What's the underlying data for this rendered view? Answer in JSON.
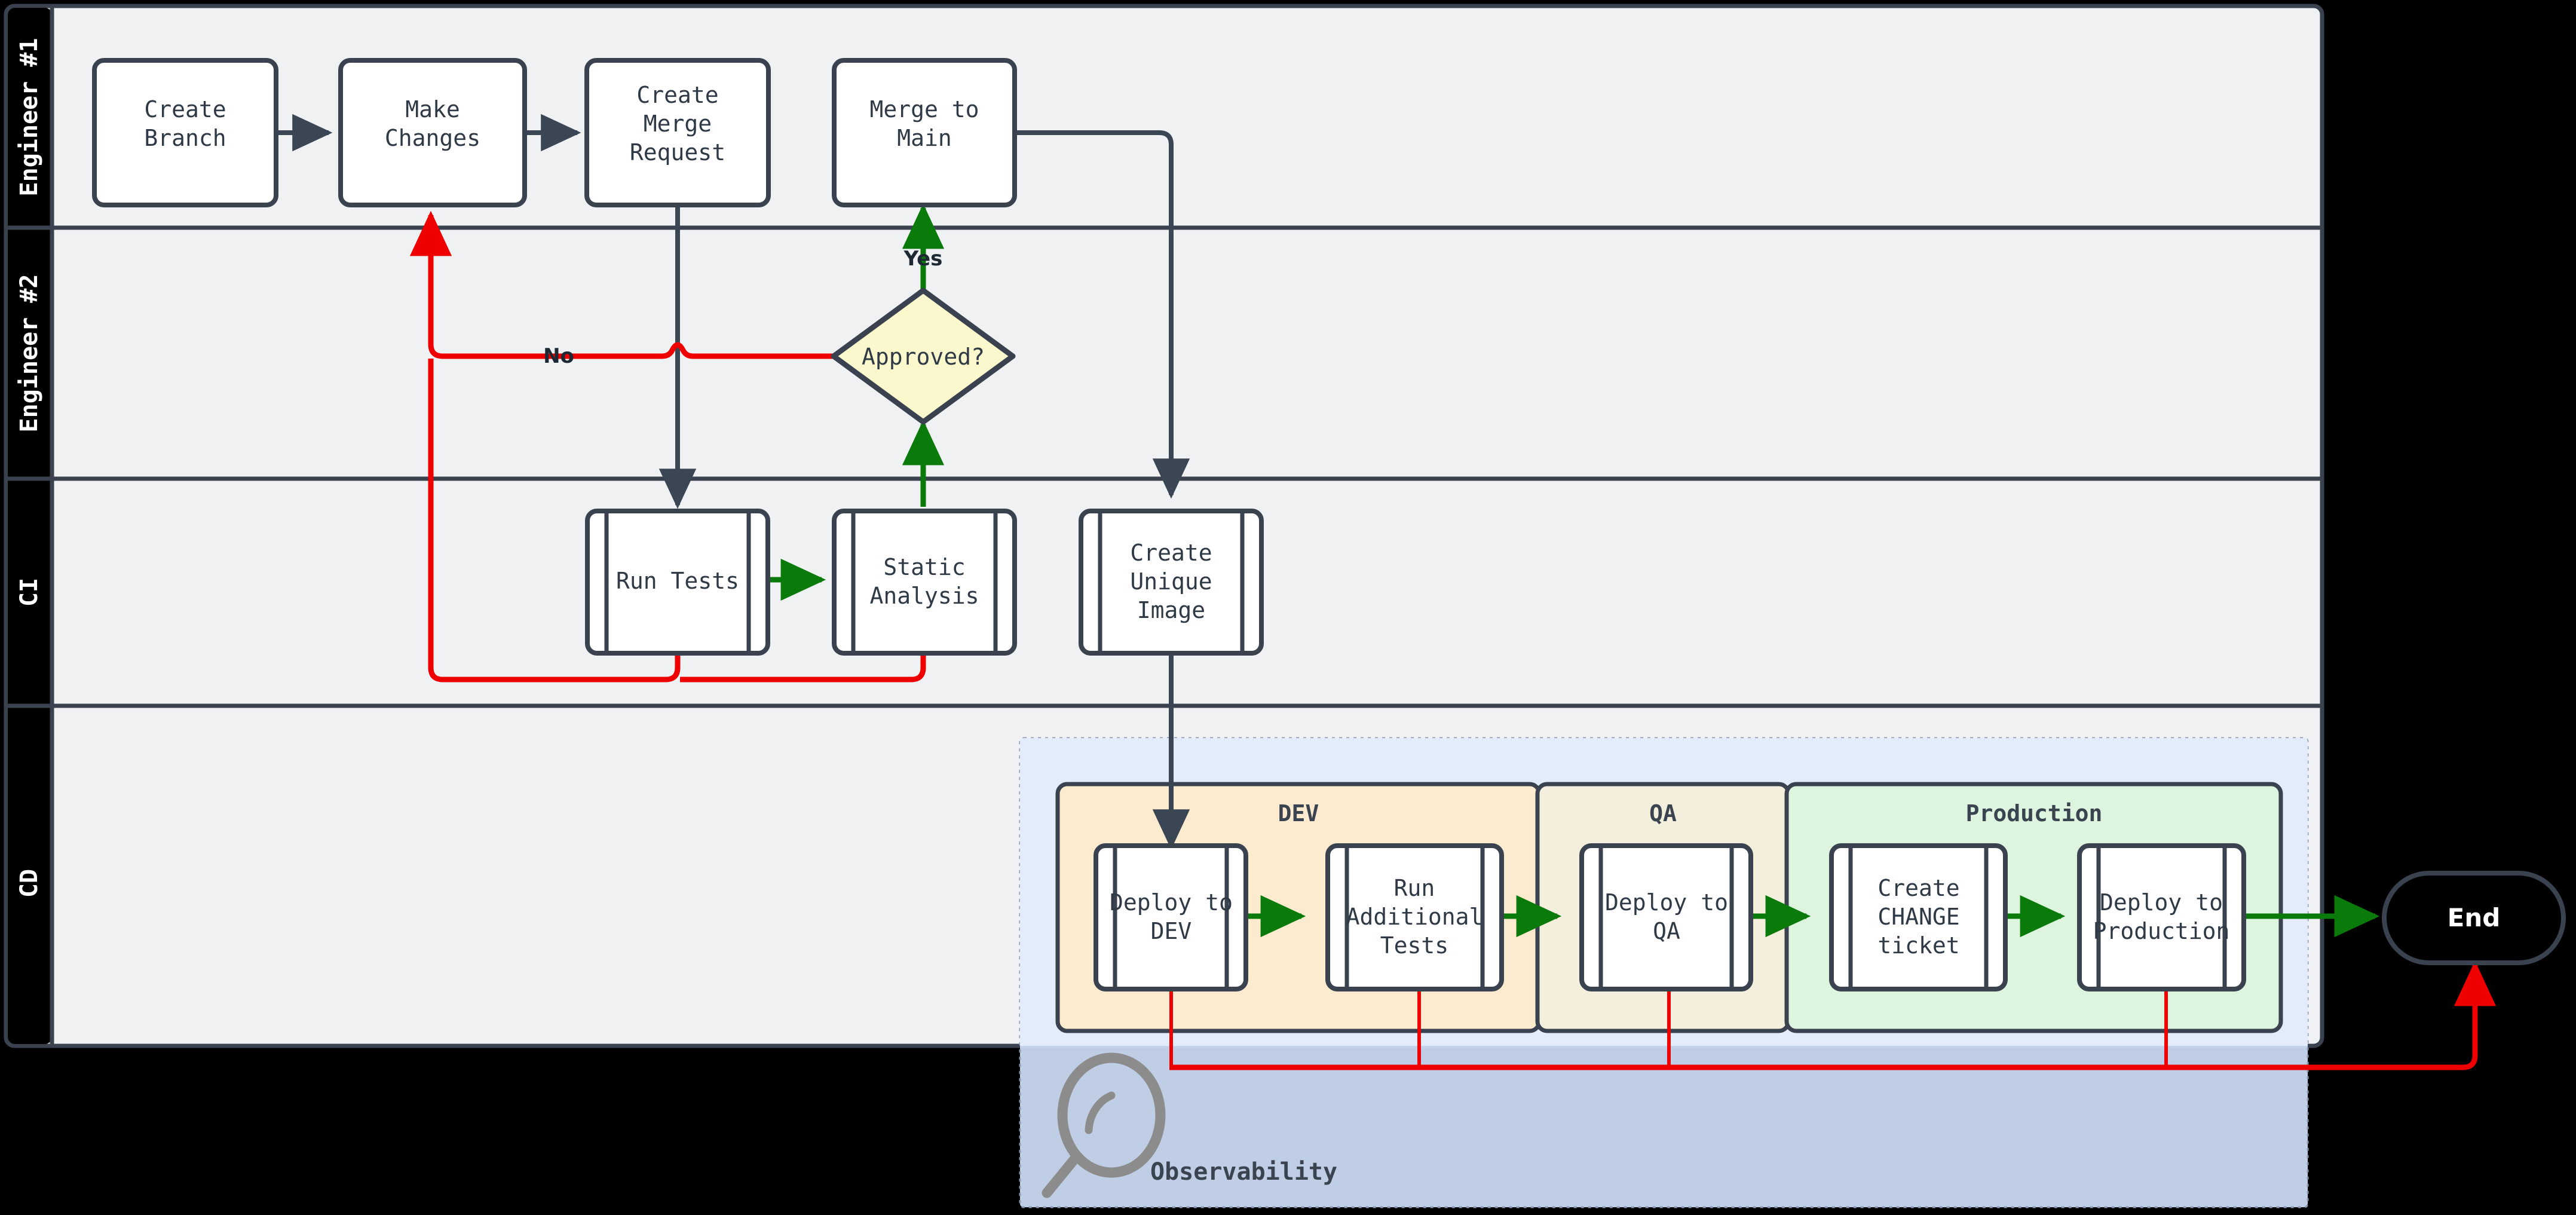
{
  "diagram": {
    "title": "CI/CD swimlane flowchart",
    "colors": {
      "stroke": "#39424e",
      "lane_header_bg": "#000000",
      "lane_body_bg": "#eff1f3",
      "node_fill": "#ffffff",
      "decision_fill": "#faf8cc",
      "flow_green": "#0a7a0a",
      "flow_red": "#ee0000",
      "flow_dark": "#3b4654",
      "group_dev": "#fdebd0",
      "group_qa": "#f4efdd",
      "group_prod": "#ddf4de",
      "observability_fill": "#cfe0f8",
      "canvas_bg": "#000000"
    }
  },
  "lanes": [
    {
      "id": "eng1",
      "label": "Engineer #1"
    },
    {
      "id": "eng2",
      "label": "Engineer #2"
    },
    {
      "id": "ci",
      "label": "CI"
    },
    {
      "id": "cd",
      "label": "CD"
    }
  ],
  "nodes": {
    "create_branch": {
      "label": "Create\nBranch",
      "lane": "eng1",
      "shape": "process"
    },
    "make_changes": {
      "label": "Make\nChanges",
      "lane": "eng1",
      "shape": "process"
    },
    "create_merge_req": {
      "label": "Create\nMerge\nRequest",
      "lane": "eng1",
      "shape": "process"
    },
    "merge_to_main": {
      "label": "Merge to\nMain",
      "lane": "eng1",
      "shape": "process"
    },
    "approved": {
      "label": "Approved?",
      "lane": "eng2",
      "shape": "decision"
    },
    "run_tests": {
      "label": "Run Tests",
      "lane": "ci",
      "shape": "subroutine"
    },
    "static_analysis": {
      "label": "Static\nAnalysis",
      "lane": "ci",
      "shape": "subroutine"
    },
    "create_unique_image": {
      "label": "Create\nUnique\nImage",
      "lane": "ci",
      "shape": "subroutine"
    },
    "deploy_dev": {
      "label": "Deploy to\nDEV",
      "lane": "cd",
      "shape": "subroutine",
      "group": "DEV"
    },
    "run_additional": {
      "label": "Run\nAdditional\nTests",
      "lane": "cd",
      "shape": "subroutine",
      "group": "DEV"
    },
    "deploy_qa": {
      "label": "Deploy to\nQA",
      "lane": "cd",
      "shape": "subroutine",
      "group": "QA"
    },
    "create_change": {
      "label": "Create\nCHANGE\nticket",
      "lane": "cd",
      "shape": "subroutine",
      "group": "Production"
    },
    "deploy_prod": {
      "label": "Deploy to\nProduction",
      "lane": "cd",
      "shape": "subroutine",
      "group": "Production"
    },
    "end": {
      "label": "End",
      "lane": "",
      "shape": "stadium"
    }
  },
  "groups": [
    {
      "id": "dev",
      "label": "DEV"
    },
    {
      "id": "qa",
      "label": "QA"
    },
    {
      "id": "prod",
      "label": "Production"
    }
  ],
  "observability": {
    "label": "Observability",
    "icon": "magnifier-icon"
  },
  "edge_labels": {
    "yes": "Yes",
    "no": "No"
  },
  "edges": [
    {
      "from": "create_branch",
      "to": "make_changes",
      "color": "dark"
    },
    {
      "from": "make_changes",
      "to": "create_merge_req",
      "color": "dark"
    },
    {
      "from": "create_merge_req",
      "to": "run_tests",
      "color": "dark"
    },
    {
      "from": "run_tests",
      "to": "static_analysis",
      "color": "green"
    },
    {
      "from": "static_analysis",
      "to": "approved",
      "color": "green"
    },
    {
      "from": "approved",
      "to": "merge_to_main",
      "color": "green",
      "label": "Yes"
    },
    {
      "from": "approved",
      "to": "make_changes",
      "color": "red",
      "label": "No"
    },
    {
      "from": "run_tests",
      "to": "make_changes",
      "color": "red"
    },
    {
      "from": "static_analysis",
      "to": "make_changes",
      "color": "red"
    },
    {
      "from": "merge_to_main",
      "to": "create_unique_image",
      "color": "dark"
    },
    {
      "from": "create_unique_image",
      "to": "deploy_dev",
      "color": "dark"
    },
    {
      "from": "deploy_dev",
      "to": "run_additional",
      "color": "green"
    },
    {
      "from": "run_additional",
      "to": "deploy_qa",
      "color": "green"
    },
    {
      "from": "deploy_qa",
      "to": "create_change",
      "color": "green"
    },
    {
      "from": "create_change",
      "to": "deploy_prod",
      "color": "green"
    },
    {
      "from": "deploy_prod",
      "to": "end",
      "color": "green"
    },
    {
      "from": "deploy_dev",
      "to": "end",
      "color": "red"
    },
    {
      "from": "run_additional",
      "to": "end",
      "color": "red"
    },
    {
      "from": "deploy_qa",
      "to": "end",
      "color": "red"
    },
    {
      "from": "deploy_prod",
      "to": "end",
      "color": "red"
    }
  ]
}
